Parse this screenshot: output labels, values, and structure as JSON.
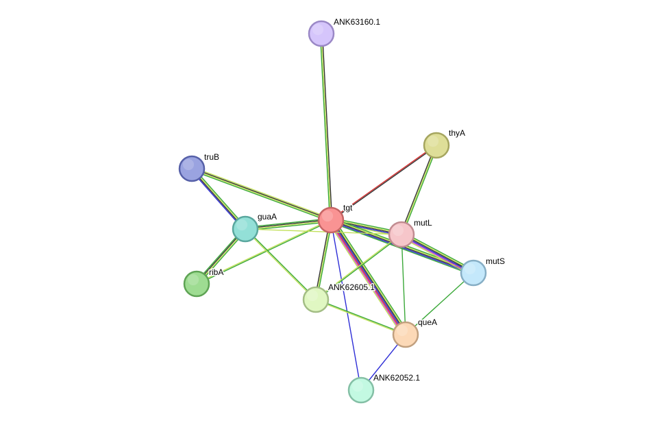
{
  "nodes": [
    {
      "id": "tgt",
      "label": "tgt",
      "fill": "#f99393",
      "stroke": "#c56565"
    },
    {
      "id": "ANK63160.1",
      "label": "ANK63160.1",
      "fill": "#d5c5fb",
      "stroke": "#9a88c6"
    },
    {
      "id": "thyA",
      "label": "thyA",
      "fill": "#dede98",
      "stroke": "#a5a55f"
    },
    {
      "id": "truB",
      "label": "truB",
      "fill": "#9aa3e0",
      "stroke": "#5660a8"
    },
    {
      "id": "guaA",
      "label": "guaA",
      "fill": "#93e0d7",
      "stroke": "#5aa79e"
    },
    {
      "id": "mutL",
      "label": "mutL",
      "fill": "#f6c6ca",
      "stroke": "#c18c91"
    },
    {
      "id": "mutS",
      "label": "mutS",
      "fill": "#c4e8fb",
      "stroke": "#86aec5"
    },
    {
      "id": "ribA",
      "label": "ribA",
      "fill": "#9edc92",
      "stroke": "#5ea354"
    },
    {
      "id": "ANK62605.1",
      "label": "ANK62605.1",
      "fill": "#e0f7c2",
      "stroke": "#a3bd85"
    },
    {
      "id": "queA",
      "label": "queA",
      "fill": "#fcd9b7",
      "stroke": "#c1a07f"
    },
    {
      "id": "ANK62052.1",
      "label": "ANK62052.1",
      "fill": "#c3f9e2",
      "stroke": "#84bfa5"
    }
  ],
  "edges": [
    {
      "source": "tgt",
      "target": "ANK63160.1",
      "colors": [
        "#3aa838",
        "#c2e05a",
        "#333333"
      ]
    },
    {
      "source": "tgt",
      "target": "thyA",
      "colors": [
        "#d62b2b",
        "#333333"
      ]
    },
    {
      "source": "tgt",
      "target": "truB",
      "colors": [
        "#3aa838",
        "#c2e05a",
        "#333333",
        "#c2e05a"
      ]
    },
    {
      "source": "tgt",
      "target": "guaA",
      "colors": [
        "#3aa838",
        "#c2e05a",
        "#333333",
        "#3aa838"
      ]
    },
    {
      "source": "tgt",
      "target": "mutL",
      "colors": [
        "#3aa838",
        "#c2e05a",
        "#333333",
        "#2d2dd6",
        "#c2e05a"
      ]
    },
    {
      "source": "tgt",
      "target": "mutS",
      "colors": [
        "#3aa838",
        "#c2e05a",
        "#333333",
        "#2d2dd6",
        "#3aa838"
      ]
    },
    {
      "source": "tgt",
      "target": "ribA",
      "colors": [
        "#3aa838",
        "#c2e05a"
      ]
    },
    {
      "source": "tgt",
      "target": "ANK62605.1",
      "colors": [
        "#3aa838",
        "#c2e05a",
        "#333333"
      ]
    },
    {
      "source": "tgt",
      "target": "queA",
      "colors": [
        "#3aa838",
        "#c2e05a",
        "#333333",
        "#2d2dd6",
        "#d62b2b",
        "#c93ecf",
        "#c2e05a"
      ]
    },
    {
      "source": "tgt",
      "target": "ANK62052.1",
      "colors": [
        "#2d2dd6"
      ]
    },
    {
      "source": "thyA",
      "target": "mutL",
      "colors": [
        "#3aa838",
        "#c2e05a",
        "#333333"
      ]
    },
    {
      "source": "truB",
      "target": "guaA",
      "colors": [
        "#3aa838",
        "#c2e05a",
        "#333333",
        "#2d2dd6"
      ]
    },
    {
      "source": "guaA",
      "target": "ribA",
      "colors": [
        "#3aa838",
        "#c2e05a",
        "#333333",
        "#3aa838"
      ]
    },
    {
      "source": "guaA",
      "target": "mutL",
      "colors": [
        "#c2e05a"
      ]
    },
    {
      "source": "guaA",
      "target": "ANK62605.1",
      "colors": [
        "#3aa838",
        "#c2e05a"
      ]
    },
    {
      "source": "mutL",
      "target": "mutS",
      "colors": [
        "#3aa838",
        "#c2e05a",
        "#333333",
        "#2d2dd6",
        "#c93ecf",
        "#c2e05a"
      ]
    },
    {
      "source": "mutL",
      "target": "ANK62605.1",
      "colors": [
        "#3aa838",
        "#c2e05a"
      ]
    },
    {
      "source": "mutL",
      "target": "queA",
      "colors": [
        "#3aa838"
      ]
    },
    {
      "source": "mutS",
      "target": "queA",
      "colors": [
        "#3aa838"
      ]
    },
    {
      "source": "ANK62605.1",
      "target": "queA",
      "colors": [
        "#3aa838",
        "#c2e05a"
      ]
    },
    {
      "source": "queA",
      "target": "ANK62052.1",
      "colors": [
        "#2d2dd6"
      ]
    }
  ]
}
